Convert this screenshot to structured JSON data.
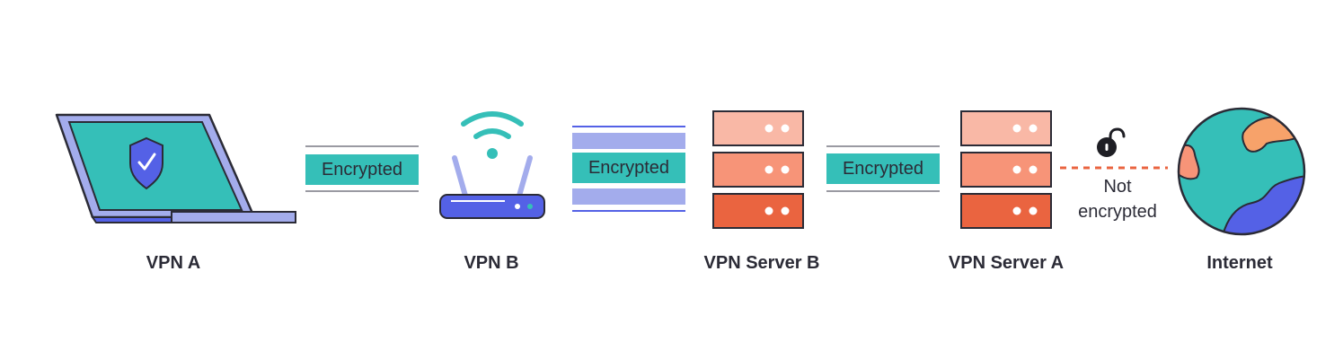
{
  "nodes": [
    {
      "id": "vpn-a",
      "label": "VPN A"
    },
    {
      "id": "vpn-b",
      "label": "VPN B"
    },
    {
      "id": "vpn-server-b",
      "label": "VPN Server B"
    },
    {
      "id": "vpn-server-a",
      "label": "VPN Server A"
    },
    {
      "id": "internet",
      "label": "Internet"
    }
  ],
  "links": [
    {
      "label": "Encrypted"
    },
    {
      "label": "Encrypted"
    },
    {
      "label": "Encrypted"
    },
    {
      "label_line1": "Not",
      "label_line2": "encrypted"
    }
  ],
  "icons": [
    "laptop-shield-icon",
    "wifi-router-icon",
    "server-rack-icon",
    "server-rack-icon",
    "unlocked-padlock-icon",
    "globe-icon"
  ],
  "colors": {
    "teal": "#35bfb8",
    "periwinkle": "#a3acec",
    "indigo": "#5461e6",
    "salmon_light": "#f9b8a6",
    "salmon": "#f79478",
    "coral": "#ea6440",
    "orange": "#f7a26a",
    "unencrypted_line": "#ea6440",
    "outline": "#2b2b36"
  }
}
